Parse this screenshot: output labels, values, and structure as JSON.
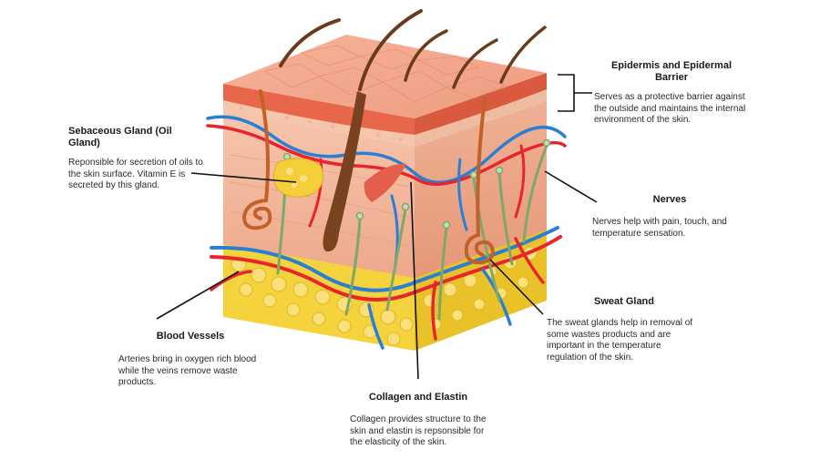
{
  "labels": {
    "epidermis": {
      "title": "Epidermis and Epidermal Barrier",
      "text": "Serves as a protective barrier against the outside and maintains the internal environment of the skin."
    },
    "sebaceous": {
      "title": "Sebaceous Gland (Oil Gland)",
      "text": "Reponsible for secretion of oils to the skin surface. Vitamin E is secreted by this gland."
    },
    "nerves": {
      "title": "Nerves",
      "text": "Nerves help with pain, touch, and temperature sensation."
    },
    "sweat": {
      "title": "Sweat Gland",
      "text": "The sweat glands help in removal of some wastes products and are important in the temperature regulation of the skin."
    },
    "blood": {
      "title": "Blood Vessels",
      "text": "Arteries bring in oxygen rich blood while the veins remove waste products."
    },
    "collagen": {
      "title": "Collagen and Elastin",
      "text": "Collagen provides structure to the skin and elastin is repsonsible for the elasticity of the skin."
    }
  },
  "colors": {
    "epidermis": "#e86a4a",
    "dermis": "#f2b69a",
    "fat": "#f3d23a",
    "artery": "#e8242c",
    "vein": "#2a7fd4",
    "nerve": "#7ea86a",
    "gland": "#c2612a",
    "hair": "#6b3a1c",
    "leader_line": "#111111"
  }
}
